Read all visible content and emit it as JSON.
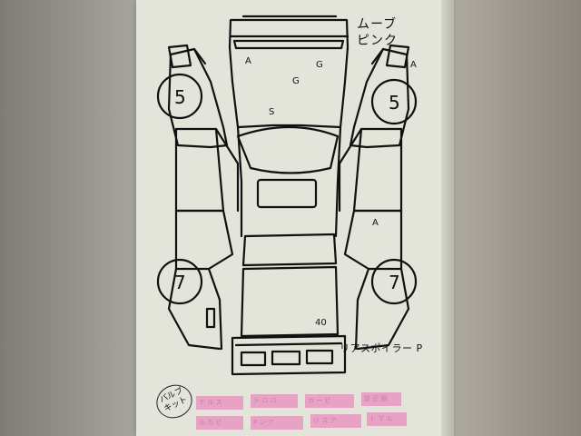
{
  "document": {
    "model_name": "ムーブ",
    "color_name": "ピンク",
    "wheel_depth_front_left": "5",
    "wheel_depth_front_right": "5",
    "wheel_depth_rear_left": "7",
    "wheel_depth_rear_right": "7",
    "marks": {
      "windshield_left": "A",
      "windshield_right": "G",
      "hood_center": "G",
      "right_mirror": "A",
      "roof": "S",
      "right_rear_door": "A",
      "back_door": "40"
    },
    "rear_spoiler_note": "リアスポイラー P",
    "badge_text": [
      "バルブ",
      "キット"
    ],
    "stamps": [
      "ナ  ル  ス",
      "ト  ロ  ロ",
      "カ  ー  ビ",
      "前 正 照",
      "ル  カ  ビ",
      "P  ン  ア",
      "リ  ス  ア",
      "ト  マ  ル"
    ],
    "colors": {
      "paper": "#e3e4da",
      "ink": "#111111",
      "stamp_pink": "#e6a3c4"
    }
  }
}
